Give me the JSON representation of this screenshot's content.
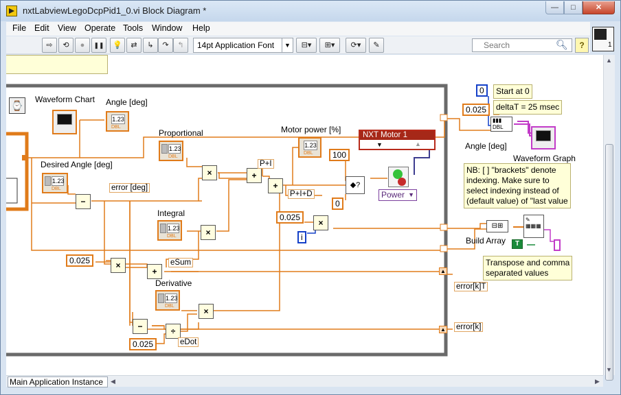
{
  "window": {
    "title": "nxtLabviewLegoDcpPid1_0.vi Block Diagram *",
    "minimize": "—",
    "maximize": "□",
    "close": "✕"
  },
  "menu": [
    "File",
    "Edit",
    "View",
    "Operate",
    "Tools",
    "Window",
    "Help"
  ],
  "toolbar": {
    "run": "⇨",
    "run_continuous": "⟲",
    "abort": "●",
    "pause": "❚❚",
    "highlight": "💡",
    "retain": "⇄",
    "step_into": "↳",
    "step_over": "↷",
    "step_out": "↰",
    "font": "14pt Application Font",
    "align": "⊟▾",
    "distribute": "⊞▾",
    "reorder": "⟳▾",
    "cleanup": "✎",
    "search_placeholder": "Search",
    "help": "?",
    "connector_number": "1"
  },
  "diagram": {
    "labels": {
      "waveform_chart": "Waveform Chart",
      "angle_deg": "Angle [deg]",
      "proportional": "Proportional",
      "desired_angle": "Desired Angle [deg]",
      "motor_power": "Motor power [%]",
      "integral": "Integral",
      "derivative": "Derivative",
      "waveform_graph": "Waveform Graph",
      "angle_deg_2": "Angle [deg]",
      "build_array": "Build Array",
      "transpose_comment": "Transpose and comma\nseparated values"
    },
    "wire_labels": {
      "error": "error [deg]",
      "pi": "P+I",
      "pid": "P+I+D",
      "esum": "eSum",
      "edot": "eDot",
      "errork_t": "error[k]T",
      "errork": "error[k]"
    },
    "constants": {
      "c100": "100",
      "c0": "0",
      "c0025_a": "0.025",
      "c0025_b": "0.025",
      "c0025_c": "0.025",
      "c0025_d": "0.025",
      "start": "0",
      "iter": "i",
      "bool_true": "T"
    },
    "comments": {
      "start_at": "Start at 0",
      "deltat": "deltaT = 25 msec",
      "nb": "NB: [ ] \"brackets\" denote\nindexing.  Make sure to\nselect indexing instead of\n(default value) of \"last value"
    },
    "nxt_motor": "NXT Motor 1",
    "power_menu": "Power",
    "numeric_display": "1.23",
    "numeric_type": "DBL"
  },
  "status": {
    "instance": "Main Application Instance"
  },
  "colors": {
    "double_wire": "#e07b1a",
    "integer_wire": "#1440c8",
    "waveform_wire": "#c23bc8",
    "boolean_wire": "#1a8a3a",
    "loop_border": "#6a6a6a"
  }
}
